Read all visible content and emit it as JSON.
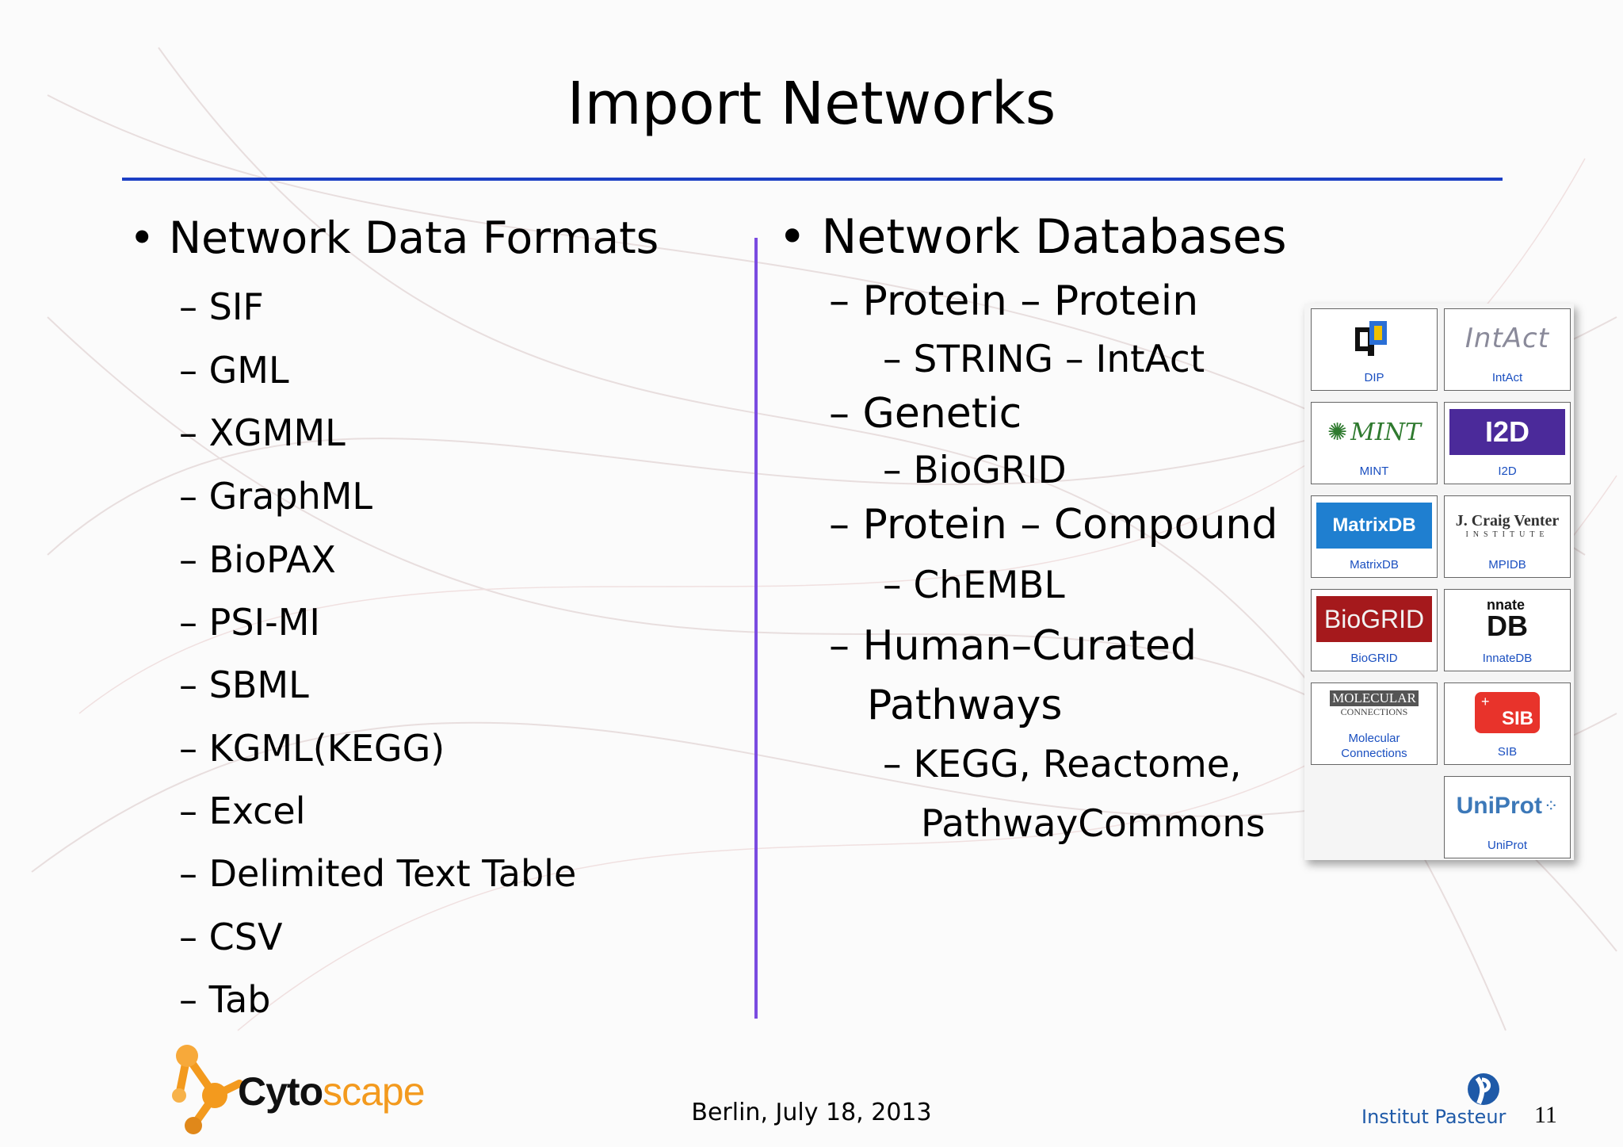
{
  "slide": {
    "title": "Import Networks",
    "left": {
      "heading": "Network Data Formats",
      "items": [
        "SIF",
        "GML",
        "XGMML",
        "GraphML",
        "BioPAX",
        "PSI-MI",
        "SBML",
        "KGML(KEGG)",
        "Excel",
        "Delimited Text Table",
        "CSV",
        "Tab"
      ]
    },
    "right": {
      "heading": "Network Databases",
      "groups": [
        {
          "label": "Protein – Protein",
          "sub": [
            "STRING – IntAct"
          ]
        },
        {
          "label": "Genetic",
          "sub": [
            "BioGRID"
          ]
        },
        {
          "label": "Protein – Compound",
          "sub": [
            "ChEMBL"
          ]
        },
        {
          "label": "Human–Curated",
          "label_cont": "Pathways",
          "sub": [
            "KEGG, Reactome,"
          ],
          "sub_cont": "PathwayCommons"
        }
      ]
    },
    "databases": [
      {
        "caption": "DIP",
        "logo": "dip-logo"
      },
      {
        "caption": "IntAct",
        "logo": "intact-logo",
        "logo_text": "IntAct"
      },
      {
        "caption": "MINT",
        "logo": "mint-logo",
        "logo_text": "MINT"
      },
      {
        "caption": "I2D",
        "logo": "i2d-logo",
        "logo_text": "I2D"
      },
      {
        "caption": "MatrixDB",
        "logo": "matrixdb-logo",
        "logo_text": "MatrixDB"
      },
      {
        "caption": "MPIDB",
        "logo": "jcvi-logo",
        "logo_text": "J. Craig Venter",
        "logo_sub": "INSTITUTE"
      },
      {
        "caption": "BioGRID",
        "logo": "biogrid-logo",
        "logo_text": "BioGRID"
      },
      {
        "caption": "InnateDB",
        "logo": "innatedb-logo",
        "logo_text": "DB",
        "logo_sub": "nnate"
      },
      {
        "caption": "Molecular",
        "caption2": "Connections",
        "logo": "molecular-connections-logo",
        "logo_text": "MOLECULAR",
        "logo_sub": "CONNECTIONS"
      },
      {
        "caption": "SIB",
        "logo": "sib-logo",
        "logo_text": "SIB"
      },
      {
        "caption": "UniProt",
        "logo": "uniprot-logo",
        "logo_text": "UniProt"
      }
    ],
    "footer": {
      "date": "Berlin, July 18, 2013",
      "page": "11",
      "institution": "Institut Pasteur",
      "brand_a": "Cyto",
      "brand_b": "scape"
    },
    "colors": {
      "rule": "#1c3fc4",
      "divider": "#7a4be0",
      "caption": "#1a4fc0",
      "cytoscape_orange": "#f39a1e"
    }
  }
}
